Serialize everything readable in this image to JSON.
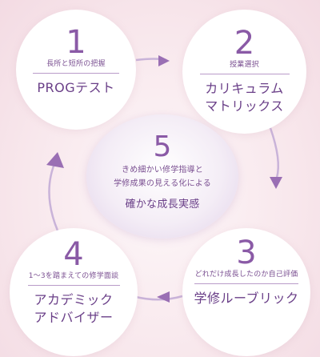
{
  "steps": [
    {
      "number": "1",
      "subtitle": "長所と短所の把握",
      "title_lines": [
        "PROGテスト"
      ]
    },
    {
      "number": "2",
      "subtitle": "授業選択",
      "title_lines": [
        "カリキュラム",
        "マトリックス"
      ]
    },
    {
      "number": "3",
      "subtitle": "どれだけ成長したのか自己評価",
      "title_lines": [
        "学修ルーブリック"
      ]
    },
    {
      "number": "4",
      "subtitle": "1〜3を踏まえての修学面談",
      "title_lines": [
        "アカデミック",
        "アドバイザー"
      ]
    }
  ],
  "center": {
    "number": "5",
    "subtitle_lines": [
      "きめ細かい修学指導と",
      "学修成果の見える化による"
    ],
    "title": "確かな成長実感"
  },
  "colors": {
    "accent": "#8a5aa6",
    "connector": "#b9a0cc",
    "arrow": "#9a6fb4",
    "background": "#f8e7ec"
  }
}
